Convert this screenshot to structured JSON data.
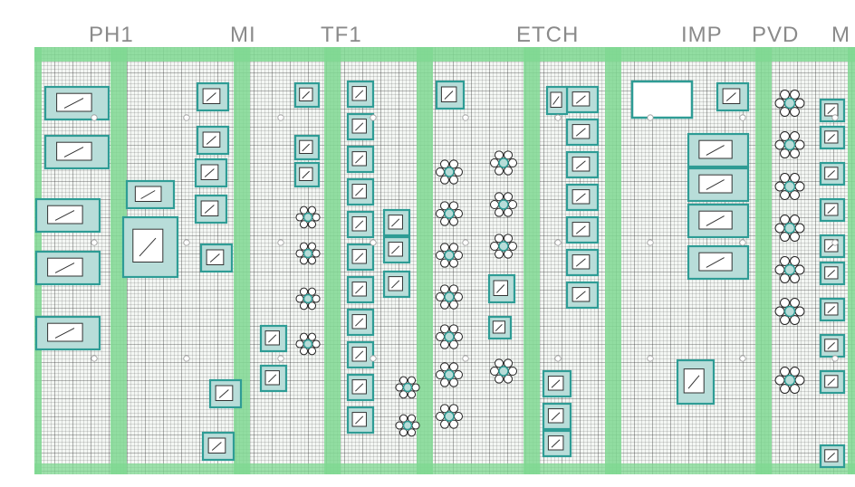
{
  "bays": [
    {
      "id": "ph1",
      "label": "PH1",
      "tool_types": [
        "stepper",
        "stepper",
        "stepper",
        "stepper",
        "stepper"
      ]
    },
    {
      "id": "mi",
      "label": "MI",
      "tool_types": [
        "metrology",
        "metrology",
        "metrology",
        "metrology",
        "metrology"
      ]
    },
    {
      "id": "tf1",
      "label": "TF1",
      "tool_types": [
        "furnace",
        "furnace",
        "furnace",
        "furnace",
        "furnace"
      ]
    },
    {
      "id": "etch",
      "label": "ETCH",
      "tool_types": [
        "cluster",
        "cluster",
        "cluster",
        "cluster",
        "cluster"
      ]
    },
    {
      "id": "imp",
      "label": "IMP",
      "tool_types": [
        "implanter",
        "implanter",
        "implanter",
        "implanter"
      ]
    },
    {
      "id": "pvd",
      "label": "PVD",
      "tool_types": [
        "cluster",
        "cluster",
        "cluster",
        "cluster"
      ]
    },
    {
      "id": "m",
      "label": "M",
      "tool_types": [
        "metrology",
        "metrology",
        "metrology"
      ]
    }
  ],
  "colors": {
    "aisle_green": "#7fd892",
    "tool_teal": "#2e9c95",
    "tool_fill": "#b8ddd9",
    "grid_line": "#3a3a3a",
    "label_gray": "#8a8a8a"
  }
}
